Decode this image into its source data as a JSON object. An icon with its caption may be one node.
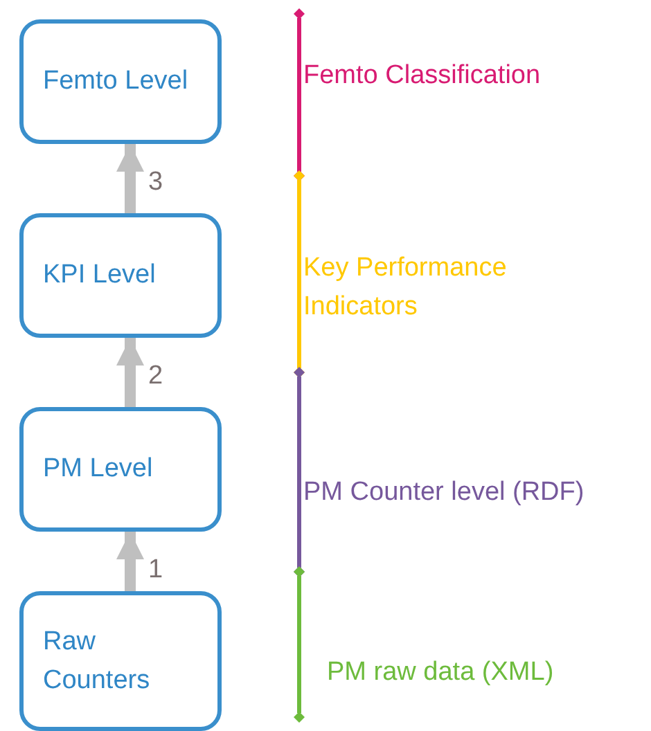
{
  "diagram": {
    "nodes": [
      {
        "text": [
          "Femto Level"
        ]
      },
      {
        "text": [
          "KPI Level"
        ]
      },
      {
        "text": [
          "PM Level"
        ]
      },
      {
        "text": [
          "Raw Counters"
        ]
      }
    ],
    "edges": [
      {
        "from": 3,
        "to": 2,
        "arrow": "to",
        "label": "1"
      },
      {
        "from": 2,
        "to": 1,
        "arrow": "to",
        "label": "2"
      },
      {
        "from": 1,
        "to": 0,
        "arrow": "to",
        "label": "3"
      }
    ],
    "labels": [
      "Femto Classification",
      "Key Performance Indicators",
      "PM Counter level (RDF)",
      "PM raw data (XML)"
    ]
  }
}
